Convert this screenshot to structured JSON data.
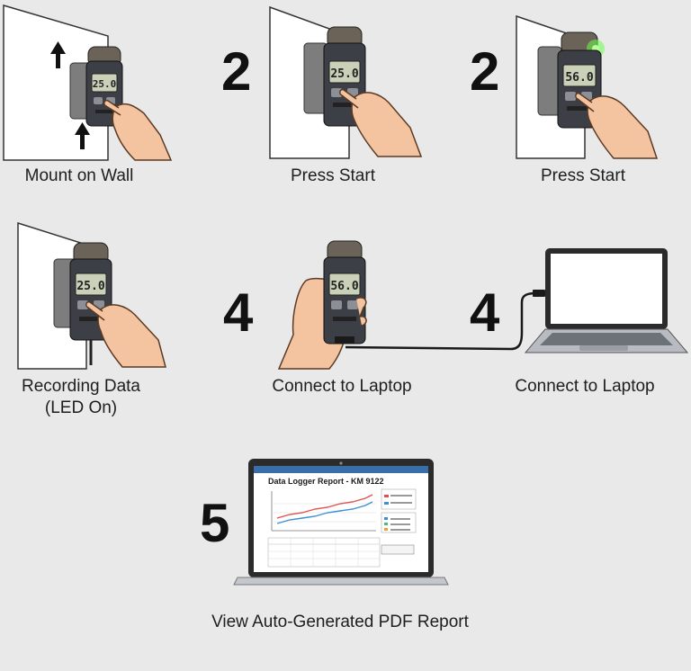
{
  "steps": [
    {
      "number": "",
      "caption": "Mount on Wall",
      "display": "25.0"
    },
    {
      "number": "2",
      "caption": "Press Start",
      "display": "25.0"
    },
    {
      "number": "2",
      "caption": "Press Start",
      "display": "56.0"
    },
    {
      "number": "",
      "caption_line1": "Recording Data",
      "caption_line2": "(LED On)",
      "display": "25.0"
    },
    {
      "number": "4",
      "caption": "Connect to Laptop",
      "display": "56.0"
    },
    {
      "number": "4",
      "caption": "Connect to Laptop"
    },
    {
      "number": "5",
      "caption": "View Auto-Generated PDF Report"
    }
  ],
  "report": {
    "title": "Data Logger Report - KM 9122"
  },
  "colors": {
    "device_body": "#3c3f45",
    "device_cap": "#6b6258",
    "lcd": "#c9d1b8",
    "wall": "#ffffff",
    "skin": "#f4c4a0",
    "led_green": "#6bff4a",
    "series_red": "#e0504a",
    "series_blue": "#3a8fd6"
  }
}
